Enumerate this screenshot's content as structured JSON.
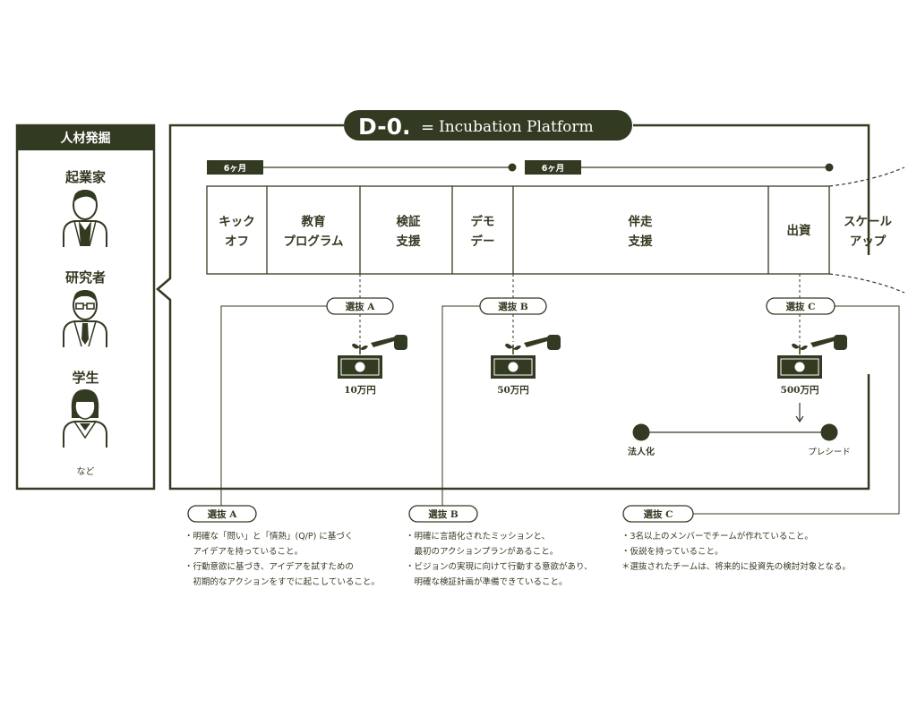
{
  "title": {
    "logo": "D-0.",
    "eq": "=",
    "text": "Incubation Platform"
  },
  "talent": {
    "header": "人材発掘",
    "people": [
      "起業家",
      "研究者",
      "学生"
    ],
    "etc": "など"
  },
  "durations": [
    "6ヶ月",
    "6ヶ月"
  ],
  "stages": [
    [
      "キック",
      "オフ"
    ],
    [
      "教育",
      "プログラム"
    ],
    [
      "検証",
      "支援"
    ],
    [
      "デモ",
      "デー"
    ],
    [
      "伴走",
      "支援"
    ],
    [
      "出資",
      ""
    ],
    [
      "スケール",
      "アップ"
    ]
  ],
  "selections": [
    "選抜 A",
    "選抜 B",
    "選抜 C"
  ],
  "funding": [
    "10万円",
    "50万円",
    "500万円"
  ],
  "milestones": [
    "法人化",
    "プレシード"
  ],
  "criteria": [
    {
      "label": "選抜 A",
      "items": [
        [
          "・明確な「問い」と「情熱」(Q/P) に基づく",
          "　アイデアを持っていること。"
        ],
        [
          "・行動意欲に基づき、アイデアを試すための",
          "　初期的なアクションをすでに起こしていること。"
        ]
      ]
    },
    {
      "label": "選抜 B",
      "items": [
        [
          "・明確に言語化されたミッションと、",
          "　最初のアクションプランがあること。"
        ],
        [
          "・ビジョンの実現に向けて行動する意欲があり、",
          "　明確な検証計画が準備できていること。"
        ]
      ]
    },
    {
      "label": "選抜 C",
      "items": [
        [
          "・3名以上のメンバーでチームが作れていること。"
        ],
        [
          "・仮説を持っていること。"
        ],
        [
          "＊選抜されたチームは、将来的に投資先の検討対象となる。"
        ]
      ]
    }
  ],
  "colors": {
    "primary": "#333a22",
    "background": "#ffffff"
  },
  "icons": [
    "person-icon",
    "plant-icon",
    "watering-can-icon",
    "money-icon",
    "arrow-down-icon"
  ]
}
